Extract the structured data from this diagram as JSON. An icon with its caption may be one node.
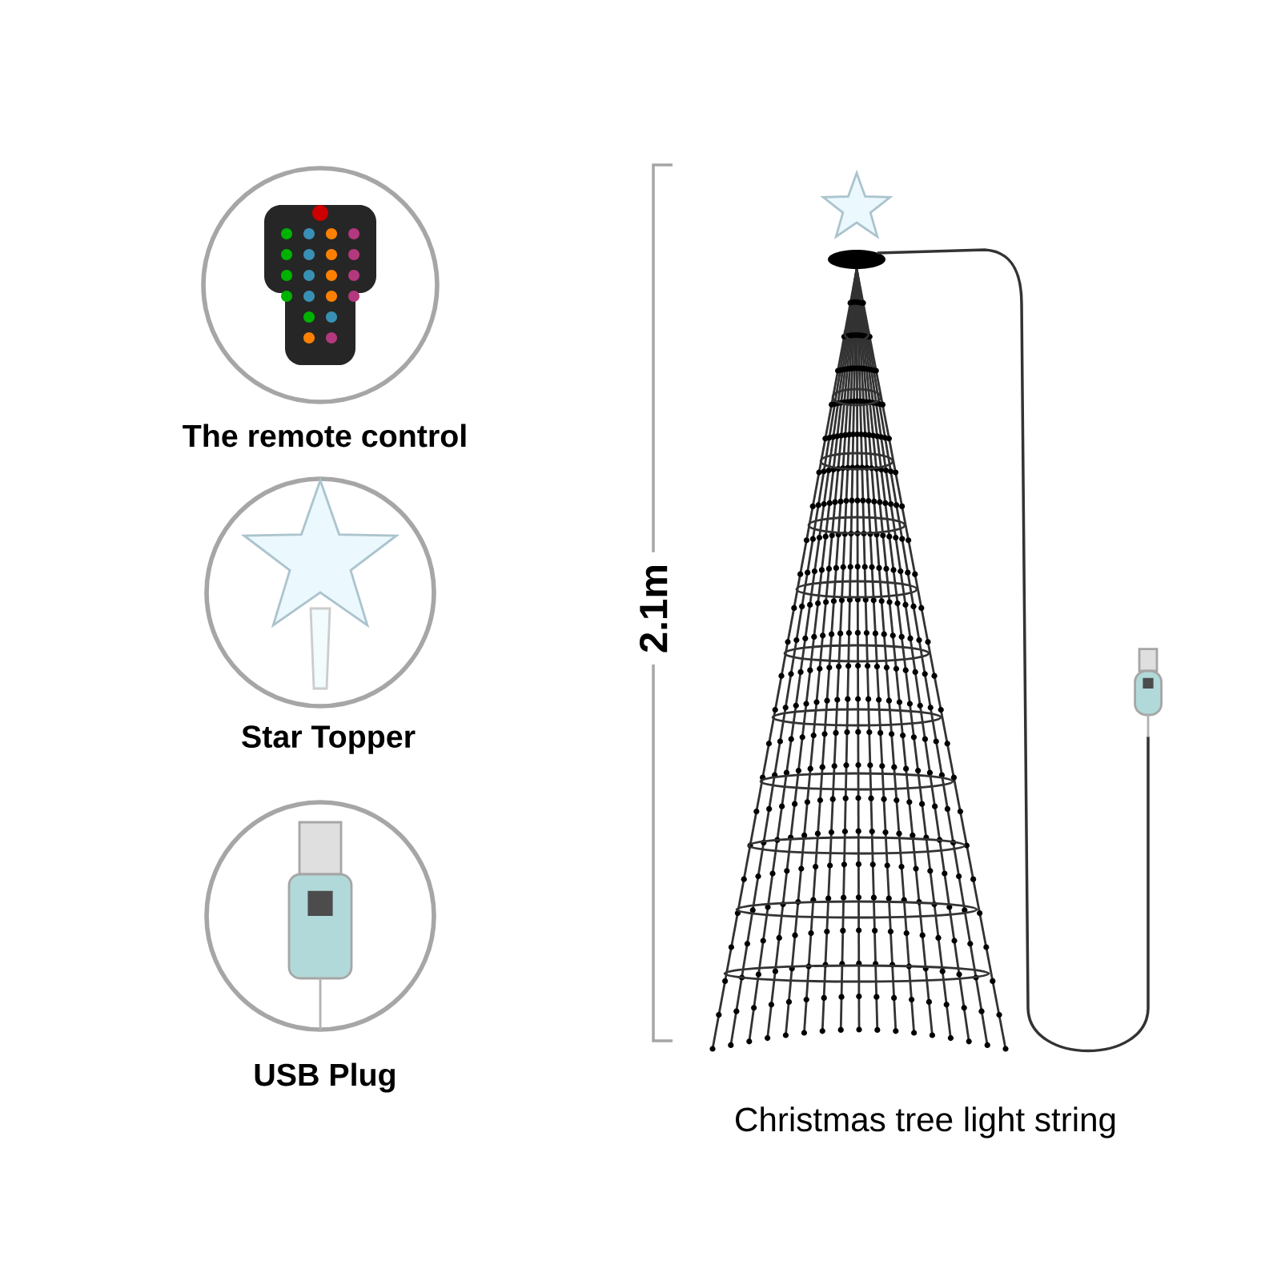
{
  "diagram": {
    "nodes": [
      {
        "text": [],
        "shape": "circle",
        "beside": [
          "The remote control"
        ]
      },
      {
        "text": [],
        "shape": "circle",
        "beside": [
          "Star Topper"
        ]
      },
      {
        "text": [],
        "shape": "circle",
        "beside": [
          "USB Plug"
        ]
      },
      {
        "text": [],
        "shape": "picture",
        "beside": [
          "Christmas tree light string"
        ]
      }
    ],
    "labels": [
      "2.1m"
    ]
  }
}
